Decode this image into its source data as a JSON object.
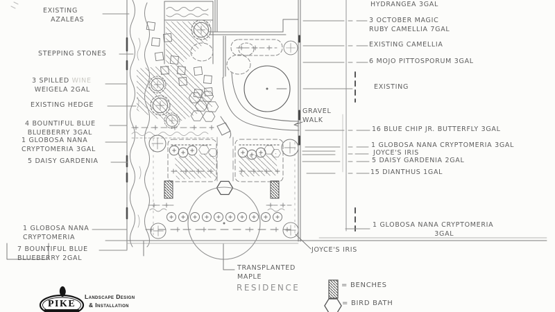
{
  "plan_labels": {
    "left": [
      {
        "id": "existing-azaleas",
        "text": "EXISTING\n   AZALEAS"
      },
      {
        "id": "stepping-stones",
        "text": "STEPPING STONES"
      },
      {
        "id": "spilled-wine-weigela",
        "line1": "3 SPILLED ",
        "faded": "WINE",
        "line2": " WEIGELA 2GAL"
      },
      {
        "id": "existing-hedge",
        "text": "EXISTING HEDGE"
      },
      {
        "id": "bountiful-blue-blueberry-3gal",
        "text": "4 BOUNTIFUL BLUE\n BLUEBERRY 3GAL"
      },
      {
        "id": "globosa-nana-cryptomeria-3gal",
        "text": "1 GLOBOSA NANA\nCRYPTOMERIA 3GAL"
      },
      {
        "id": "daisy-gardenia",
        "text": "5 DAISY GARDENIA"
      },
      {
        "id": "globosa-nana-cryptomeria",
        "text": "1 GLOBOSA NANA\nCRYPTOMERIA"
      },
      {
        "id": "bountiful-blue-blueberry-2gal",
        "text": "7 BOUNTIFUL BLUE\nBLUEBERRY 2GAL"
      }
    ],
    "right": [
      {
        "id": "hydrangea-3gal",
        "text": "HYDRANGEA 3GAL"
      },
      {
        "id": "october-magic-ruby-camellia",
        "text": "3 OCTOBER MAGIC\nRUBY CAMELLIA 7GAL"
      },
      {
        "id": "existing-camellia",
        "text": "EXISTING CAMELLIA"
      },
      {
        "id": "mojo-pittosporum",
        "text": "6 MOJO PITTOSPORUM 3GAL"
      },
      {
        "id": "existing",
        "text": "EXISTING"
      },
      {
        "id": "blue-chip-jr-butterfly",
        "text": "16 BLUE CHIP JR. BUTTERFLY 3GAL"
      },
      {
        "id": "globosa-nana-cryptomeria-3gal-right",
        "text": "1 GLOBOSA NANA CRYPTOMERIA 3GAL"
      },
      {
        "id": "joyces-iris-right",
        "text": "JOYCE'S IRIS"
      },
      {
        "id": "daisy-gardenia-2gal",
        "text": "5 DAISY GARDENIA 2GAL"
      },
      {
        "id": "dianthus-1gal",
        "text": "15 DIANTHUS 1GAL"
      },
      {
        "id": "globosa-nana-cryptomeria-bottom",
        "text": "1 GLOBOSA NANA CRYPTOMERIA\n                        3GAL"
      }
    ],
    "center": [
      {
        "id": "gravel-walk",
        "text": "GRAVEL\nWALK"
      },
      {
        "id": "joyces-iris-center",
        "text": "JOYCE'S IRIS"
      },
      {
        "id": "transplanted-maple",
        "text": "TRANSPLANTED\nMAPLE"
      },
      {
        "id": "residence",
        "text": "RESIDENCE"
      }
    ]
  },
  "legend": {
    "benches": "= BENCHES",
    "bird_bath": "= BIRD BATH"
  },
  "logo": {
    "brand": "PIKE",
    "tagline1": "Landscape Design",
    "tagline2": "& Installation"
  },
  "colors": {
    "paper": "#fcfcfa",
    "pencil": "#777777",
    "ink": "#161616"
  }
}
